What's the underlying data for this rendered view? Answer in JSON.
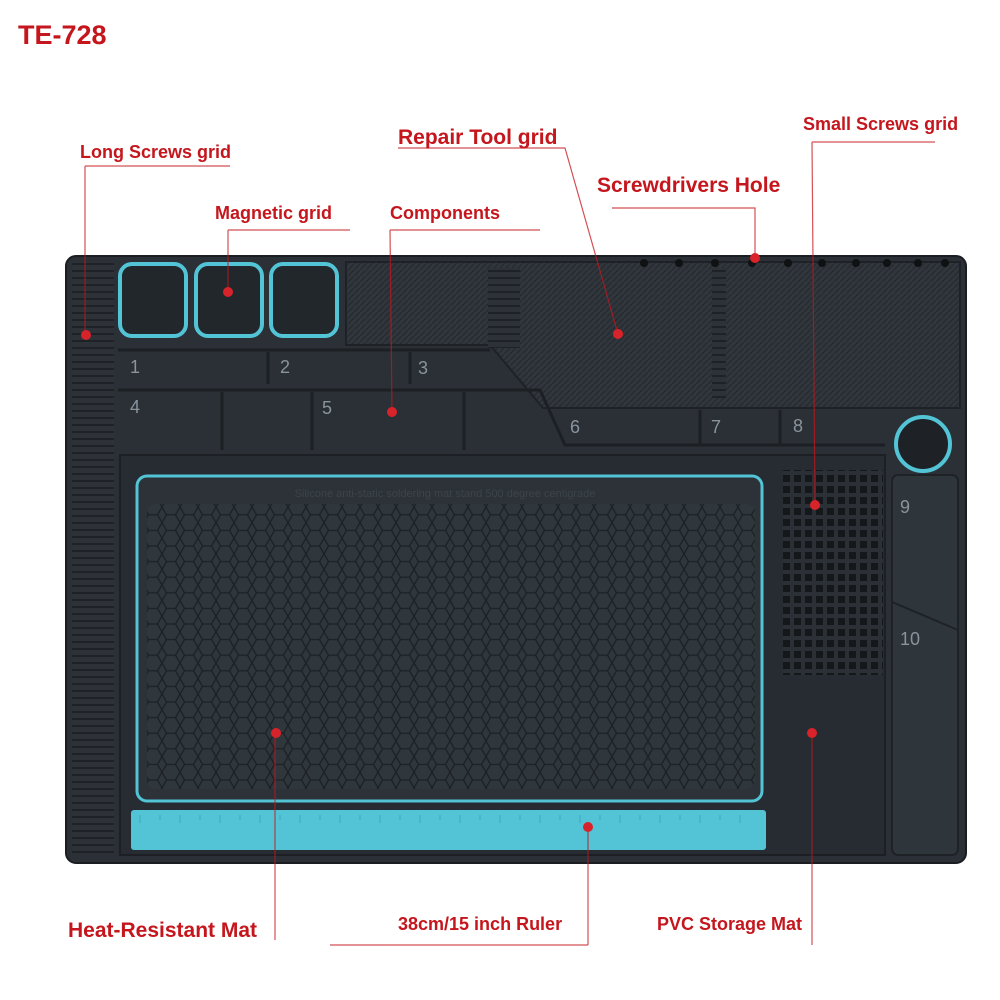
{
  "model": "TE-728",
  "callouts": {
    "long_screws": "Long Screws grid",
    "magnetic": "Magnetic grid",
    "components": "Components",
    "repair_tool": "Repair Tool grid",
    "screwdrivers": "Screwdrivers Hole",
    "small_screws": "Small Screws grid",
    "heat_resistant": "Heat-Resistant Mat",
    "ruler": "38cm/15 inch Ruler",
    "pvc": "PVC Storage Mat"
  },
  "compartments": [
    "1",
    "2",
    "3",
    "4",
    "5",
    "6",
    "7",
    "8",
    "9",
    "10"
  ],
  "mat_embossed_text": "Silicone anti-static soldering mat stand 500 degree centigrade",
  "colors": {
    "label_red": "#c4161c",
    "mat_body": "#2a3036",
    "accent_cyan": "#52c4d6"
  }
}
